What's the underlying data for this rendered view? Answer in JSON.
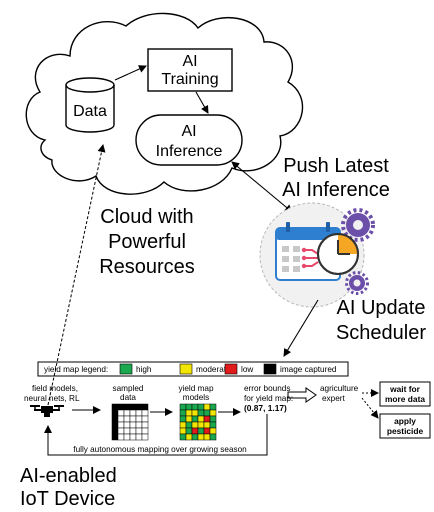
{
  "cloud": {
    "data_label": "Data",
    "training_label": [
      "AI",
      "Training"
    ],
    "inference_label": [
      "AI",
      "Inference"
    ],
    "caption": [
      "Cloud with",
      "Powerful",
      "Resources"
    ]
  },
  "push_label": [
    "Push Latest",
    "AI Inference"
  ],
  "scheduler": {
    "label": [
      "AI Update",
      "Scheduler"
    ],
    "icon": "calendar-clock-gears-icon",
    "colors": {
      "calendar_header": "#2f7fd0",
      "calendar_body": "#ffffff",
      "clock_fill": "#f5a623",
      "circuit": "#e8476a",
      "gear": "#6b4fa8"
    }
  },
  "legend": {
    "title": "yield map legend:",
    "items": [
      {
        "label": "high",
        "color": "#1aa84f"
      },
      {
        "label": "moderate",
        "color": "#f2e600"
      },
      {
        "label": "low",
        "color": "#e11b1b"
      },
      {
        "label": "image captured",
        "color": "#000000"
      }
    ]
  },
  "pipeline": {
    "field_models": [
      "field models,",
      "neural nets, RL"
    ],
    "sampled_data": [
      "sampled",
      "data"
    ],
    "yield_map_models": [
      "yield map",
      "models"
    ],
    "error_bounds": [
      "error  bounds",
      "for yield map:",
      "(0.87, 1.17)"
    ],
    "expert": [
      "agriculture",
      "expert"
    ],
    "wait_button": [
      "wait for",
      "more data"
    ],
    "pesticide_button": [
      "apply",
      "pesticide"
    ],
    "loop_caption": "fully autonomous mapping over growing season",
    "drone_icon": "drone-icon"
  },
  "device_label": [
    "AI-enabled",
    "IoT Device"
  ]
}
